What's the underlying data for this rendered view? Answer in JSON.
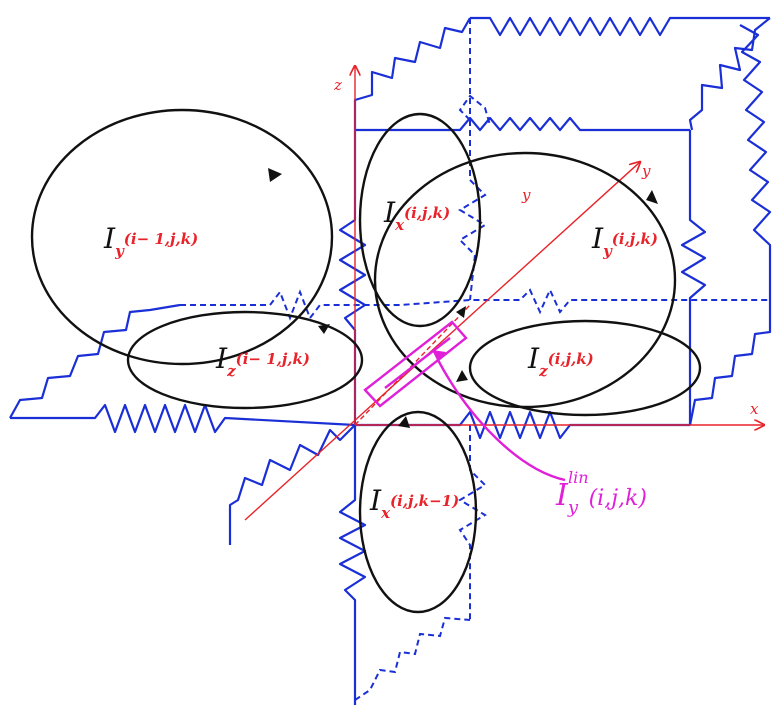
{
  "axes": {
    "x": "x",
    "y": "y",
    "z": "z"
  },
  "y_label_inner": "y",
  "loops": [
    {
      "id": "Iy-im1",
      "symbol": "I",
      "sub": "y",
      "args": "(i− 1,j,k)"
    },
    {
      "id": "Iz-im1",
      "symbol": "I",
      "sub": "z",
      "args": "(i− 1,j,k)"
    },
    {
      "id": "Ix-ijk",
      "symbol": "I",
      "sub": "x",
      "args": "(i,j,k)"
    },
    {
      "id": "Iy-ijk",
      "symbol": "I",
      "sub": "y",
      "args": "(i,j,k)"
    },
    {
      "id": "Iz-ijk",
      "symbol": "I",
      "sub": "z",
      "args": "(i,j,k)"
    },
    {
      "id": "Ix-km1",
      "symbol": "I",
      "sub": "x",
      "args": "(i,j,k−1)"
    }
  ],
  "link_current": {
    "symbol": "I",
    "sub": "y",
    "sup": "lin",
    "args": "(i,j,k)"
  },
  "colors": {
    "axis": "#e8232a",
    "wire": "#1a2fd6",
    "loop": "#111111",
    "link": "#e020d8"
  }
}
